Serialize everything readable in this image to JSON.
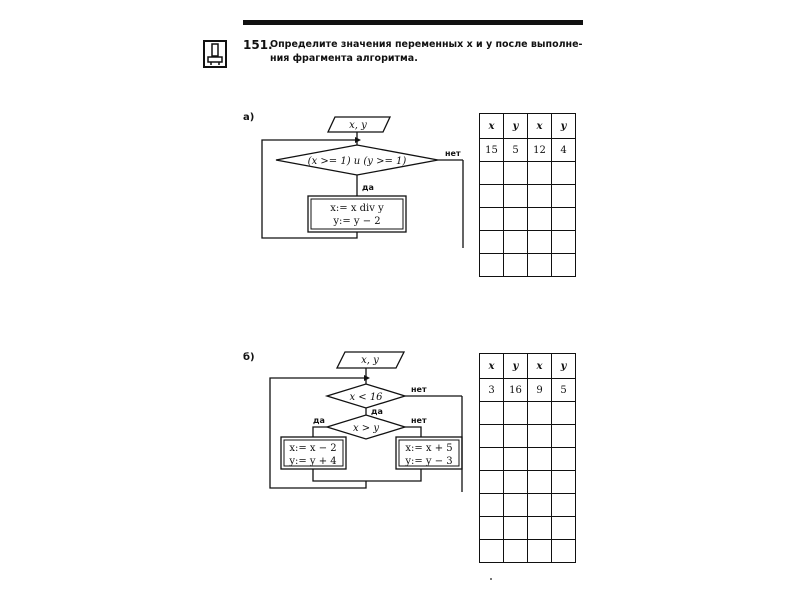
{
  "task": {
    "number": "151.",
    "text": "Определите значения переменных x и y после выполне- ния фрагмента алгоритма."
  },
  "part_a": {
    "label": "а)",
    "input": "x, y",
    "condition": "(x >= 1) и (y >= 1)",
    "yes": "да",
    "no": "нет",
    "action_1": "x:= x div y",
    "action_2": "y:= y − 2",
    "table": {
      "headers": [
        "x",
        "y",
        "x",
        "y"
      ],
      "rows": [
        [
          "15",
          "5",
          "12",
          "4"
        ],
        [
          "",
          "",
          "",
          ""
        ],
        [
          "",
          "",
          "",
          ""
        ],
        [
          "",
          "",
          "",
          ""
        ],
        [
          "",
          "",
          "",
          ""
        ],
        [
          "",
          "",
          "",
          ""
        ]
      ]
    }
  },
  "part_b": {
    "label": "б)",
    "input": "x, y",
    "condition_outer": "x < 16",
    "condition_inner": "x > y",
    "yes_outer": "да",
    "no_outer": "нет",
    "yes_inner": "да",
    "no_inner": "нет",
    "left_1": "x:= x − 2",
    "left_2": "y:= y + 4",
    "right_1": "x:= x + 5",
    "right_2": "y:= y − 3",
    "table": {
      "headers": [
        "x",
        "y",
        "x",
        "y"
      ],
      "rows": [
        [
          "3",
          "16",
          "9",
          "5"
        ],
        [
          "",
          "",
          "",
          ""
        ],
        [
          "",
          "",
          "",
          ""
        ],
        [
          "",
          "",
          "",
          ""
        ],
        [
          "",
          "",
          "",
          ""
        ],
        [
          "",
          "",
          "",
          ""
        ],
        [
          "",
          "",
          "",
          ""
        ],
        [
          "",
          "",
          "",
          ""
        ]
      ]
    }
  }
}
